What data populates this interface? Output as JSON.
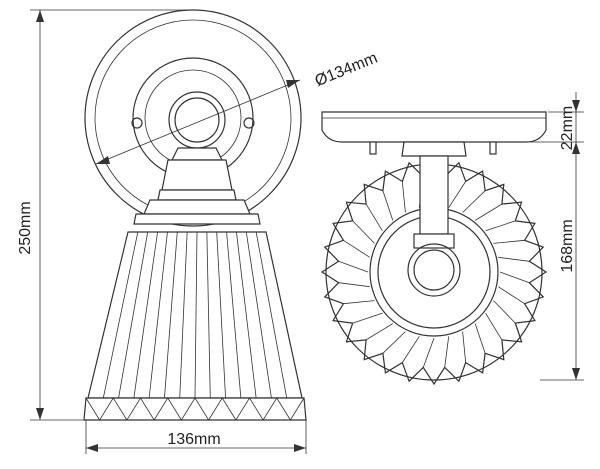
{
  "dimensions": {
    "height_total": "250mm",
    "diameter_plate": "Ø134mm",
    "width_shade": "136mm",
    "depth_plate": "22mm",
    "depth_total": "168mm"
  },
  "colors": {
    "line": "#333333",
    "background": "#ffffff"
  }
}
